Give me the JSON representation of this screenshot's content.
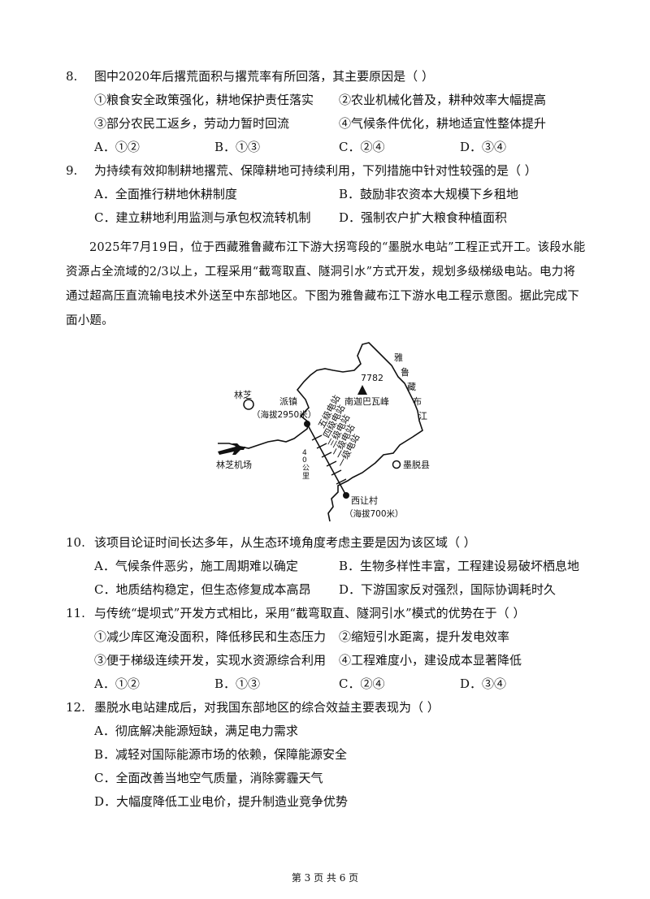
{
  "q8": {
    "num": "8.",
    "stem": "图中2020年后撂荒面积与撂荒率有所回落，其主要原因是（    ）",
    "s1": "①粮食安全政策强化，耕地保护责任落实",
    "s2": "②农业机械化普及，耕种效率大幅提高",
    "s3": "③部分农民工返乡，劳动力暂时回流",
    "s4": "④气候条件优化，耕地适宜性整体提升",
    "a": "A．①②",
    "b": "B．①③",
    "c": "C．②④",
    "d": "D．③④"
  },
  "q9": {
    "num": "9.",
    "stem": "为持续有效抑制耕地撂荒、保障耕地可持续利用，下列措施中针对性较强的是（    ）",
    "a": "A．全面推行耕地休耕制度",
    "b": "B．鼓励非农资本大规模下乡租地",
    "c": "C．建立耕地利用监测与承包权流转机制",
    "d": "D．强制农户扩大粮食种植面积"
  },
  "passage": "2025年7月19日，位于西藏雅鲁藏布江下游大拐弯段的“墨脱水电站”工程正式开工。该段水能资源占全流域的2/3以上，工程采用“截弯取直、隧洞引水”方式开发，规划多级梯级电站。电力将通过超高压直流输电技术外送至中东部地区。下图为雅鲁藏布江下游水电工程示意图。据此完成下面小题。",
  "map": {
    "peak_value": "7782",
    "peak_name": "南迦巴瓦峰",
    "river": [
      "雅",
      "鲁",
      "藏",
      "布",
      "江"
    ],
    "nyingchi": "林芝",
    "paizhen": "派镇",
    "paizhen_alt": "（海拔2950米）",
    "airport": "林芝机场",
    "stations": [
      "五级电站",
      "四级电站",
      "三级电站",
      "二级电站",
      "一级电站"
    ],
    "scale": [
      "4",
      "0",
      "公",
      "里"
    ],
    "medog": "墨脱县",
    "xirang": "西让村",
    "xirang_alt": "（海拔700米）"
  },
  "q10": {
    "num": "10.",
    "stem": "该项目论证时间长达多年，从生态环境角度考虑主要是因为该区域（    ）",
    "a": "A．气候条件恶劣，施工周期难以确定",
    "b": "B．生物多样性丰富，工程建设易破坏栖息地",
    "c": "C．地质结构稳定，但生态修复成本高昂",
    "d": "D．下游国家反对强烈，国际协调耗时久"
  },
  "q11": {
    "num": "11.",
    "stem": "与传统“堤坝式”开发方式相比，采用“截弯取直、隧洞引水”模式的优势在于（    ）",
    "s1": "①减少库区淹没面积，降低移民和生态压力",
    "s2": "②缩短引水距离，提升发电效率",
    "s3": "③便于梯级连续开发，实现水资源综合利用",
    "s4": "④工程难度小，建设成本显著降低",
    "a": "A．①②",
    "b": "B．①③",
    "c": "C．②④",
    "d": "D．③④"
  },
  "q12": {
    "num": "12.",
    "stem": "墨脱水电站建成后，对我国东部地区的综合效益主要表现为（    ）",
    "a": "A．彻底解决能源短缺，满足电力需求",
    "b": "B．减轻对国际能源市场的依赖，保障能源安全",
    "c": "C．全面改善当地空气质量，消除雾霾天气",
    "d": "D．大幅度降低工业电价，提升制造业竞争优势"
  },
  "footer": "第 3 页 共 6 页"
}
